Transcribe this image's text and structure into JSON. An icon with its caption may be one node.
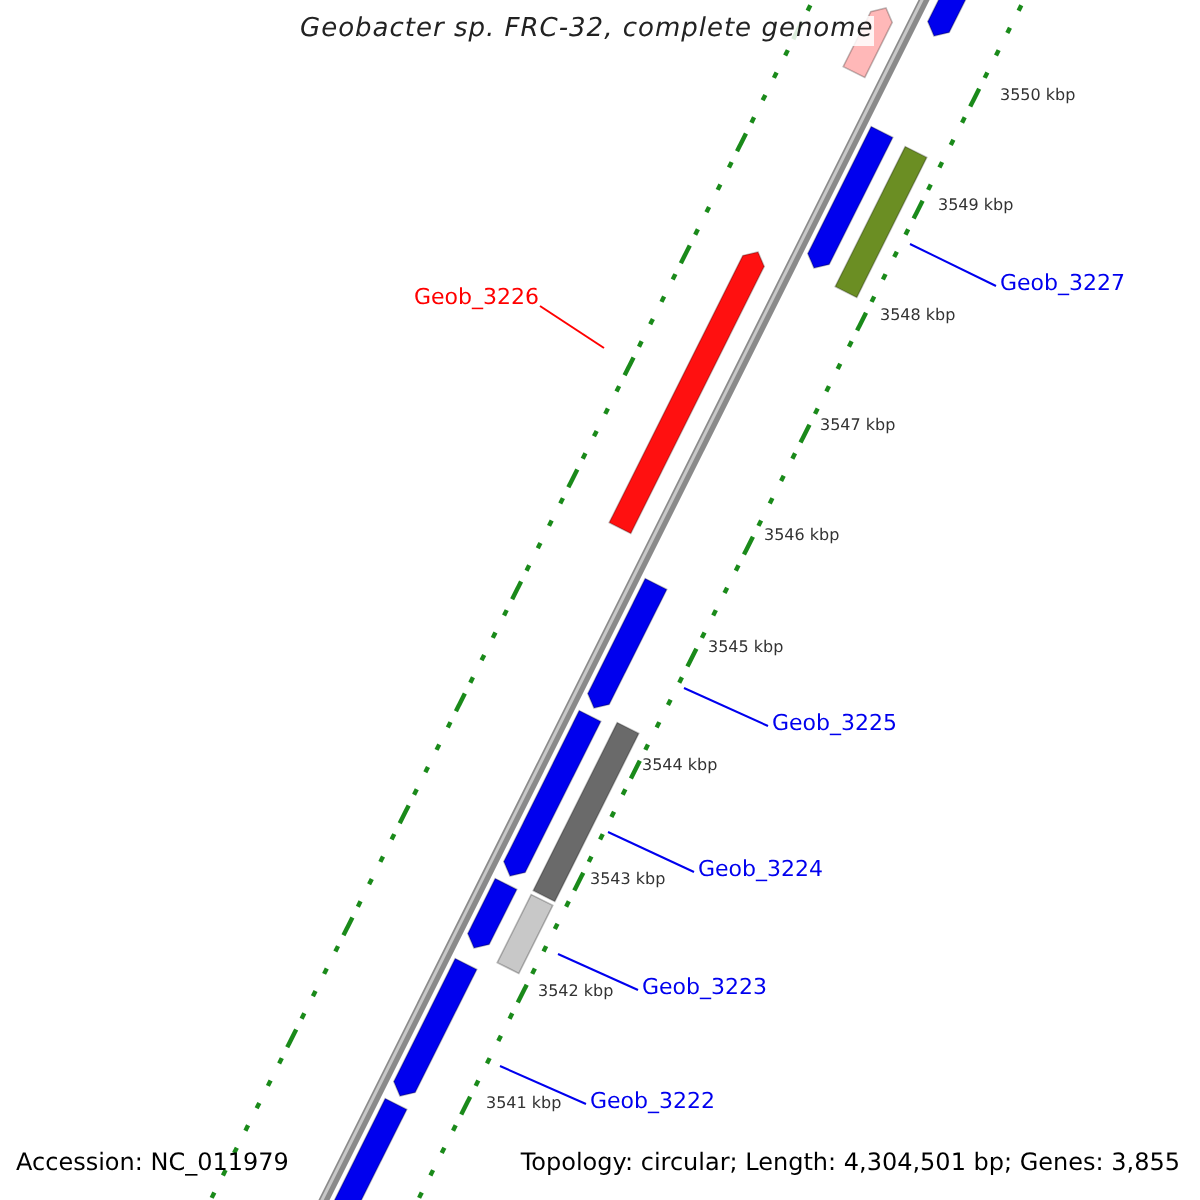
{
  "diagram": {
    "title": "Geobacter sp. FRC-32, complete genome",
    "nodes": [
      {
        "text": [
          "Geob_3227"
        ]
      },
      {
        "text": [
          "Geob_3226"
        ]
      },
      {
        "text": [
          "Geob_3225"
        ]
      },
      {
        "text": [
          "Geob_3224"
        ]
      },
      {
        "text": [
          "Geob_3223"
        ]
      },
      {
        "text": [
          "Geob_3222"
        ]
      }
    ],
    "edges": [
      {
        "from": 0,
        "to": null,
        "arrow": "none"
      },
      {
        "from": 1,
        "to": null,
        "arrow": "none",
        "color": "#ff0000"
      },
      {
        "from": 2,
        "to": null,
        "arrow": "none"
      },
      {
        "from": 3,
        "to": null,
        "arrow": "none"
      },
      {
        "from": 4,
        "to": null,
        "arrow": "none"
      },
      {
        "from": 5,
        "to": null,
        "arrow": "none"
      }
    ],
    "labels": [
      "3550 kbp",
      "3549 kbp",
      "3548 kbp",
      "3547 kbp",
      "3546 kbp",
      "3545 kbp",
      "3544 kbp",
      "3543 kbp",
      "3542 kbp",
      "3541 kbp",
      "Accession: NC_011979",
      "Topology: circular; Length: 4,304,501 bp; Genes: 3,855"
    ]
  }
}
